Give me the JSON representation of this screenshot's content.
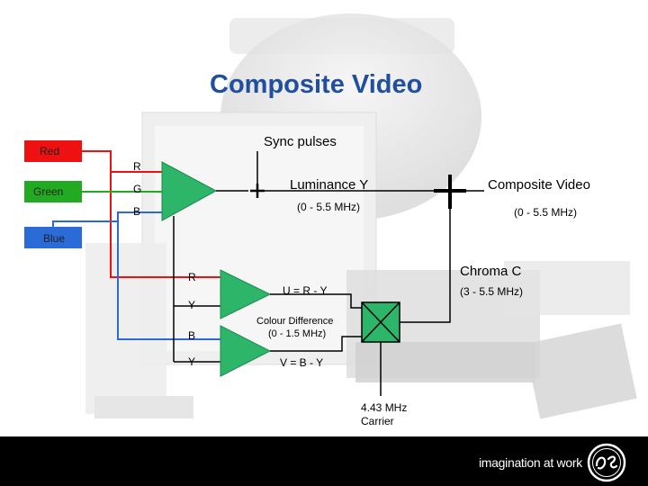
{
  "title": "Composite Video",
  "inputs": {
    "red": "Red",
    "green": "Green",
    "blue": "Blue"
  },
  "pins_top": {
    "r": "R",
    "g": "G",
    "b": "B"
  },
  "sync": "Sync pulses",
  "luminance": {
    "label": "Luminance Y",
    "range": "(0 - 5.5 MHz)"
  },
  "output": {
    "label": "Composite Video",
    "range": "(0 - 5.5 MHz)"
  },
  "chroma": {
    "label": "Chroma C",
    "range": "(3 - 5.5 MHz)"
  },
  "pins_bottom": {
    "r": "R",
    "y1": "Y",
    "b": "B",
    "y2": "Y"
  },
  "u_eq": "U = R - Y",
  "v_eq": "V = B - Y",
  "colour_diff": {
    "line1": "Colour Difference",
    "line2": "(0 - 1.5 MHz)"
  },
  "carrier": {
    "line1": "4.43 MHz",
    "line2": "Carrier"
  },
  "tagline": "imagination at work",
  "colors": {
    "red": "#ee1111",
    "green": "#22aa22",
    "blue": "#2a6bd8",
    "amp": "#2db56a",
    "title": "#1f4f9e"
  }
}
